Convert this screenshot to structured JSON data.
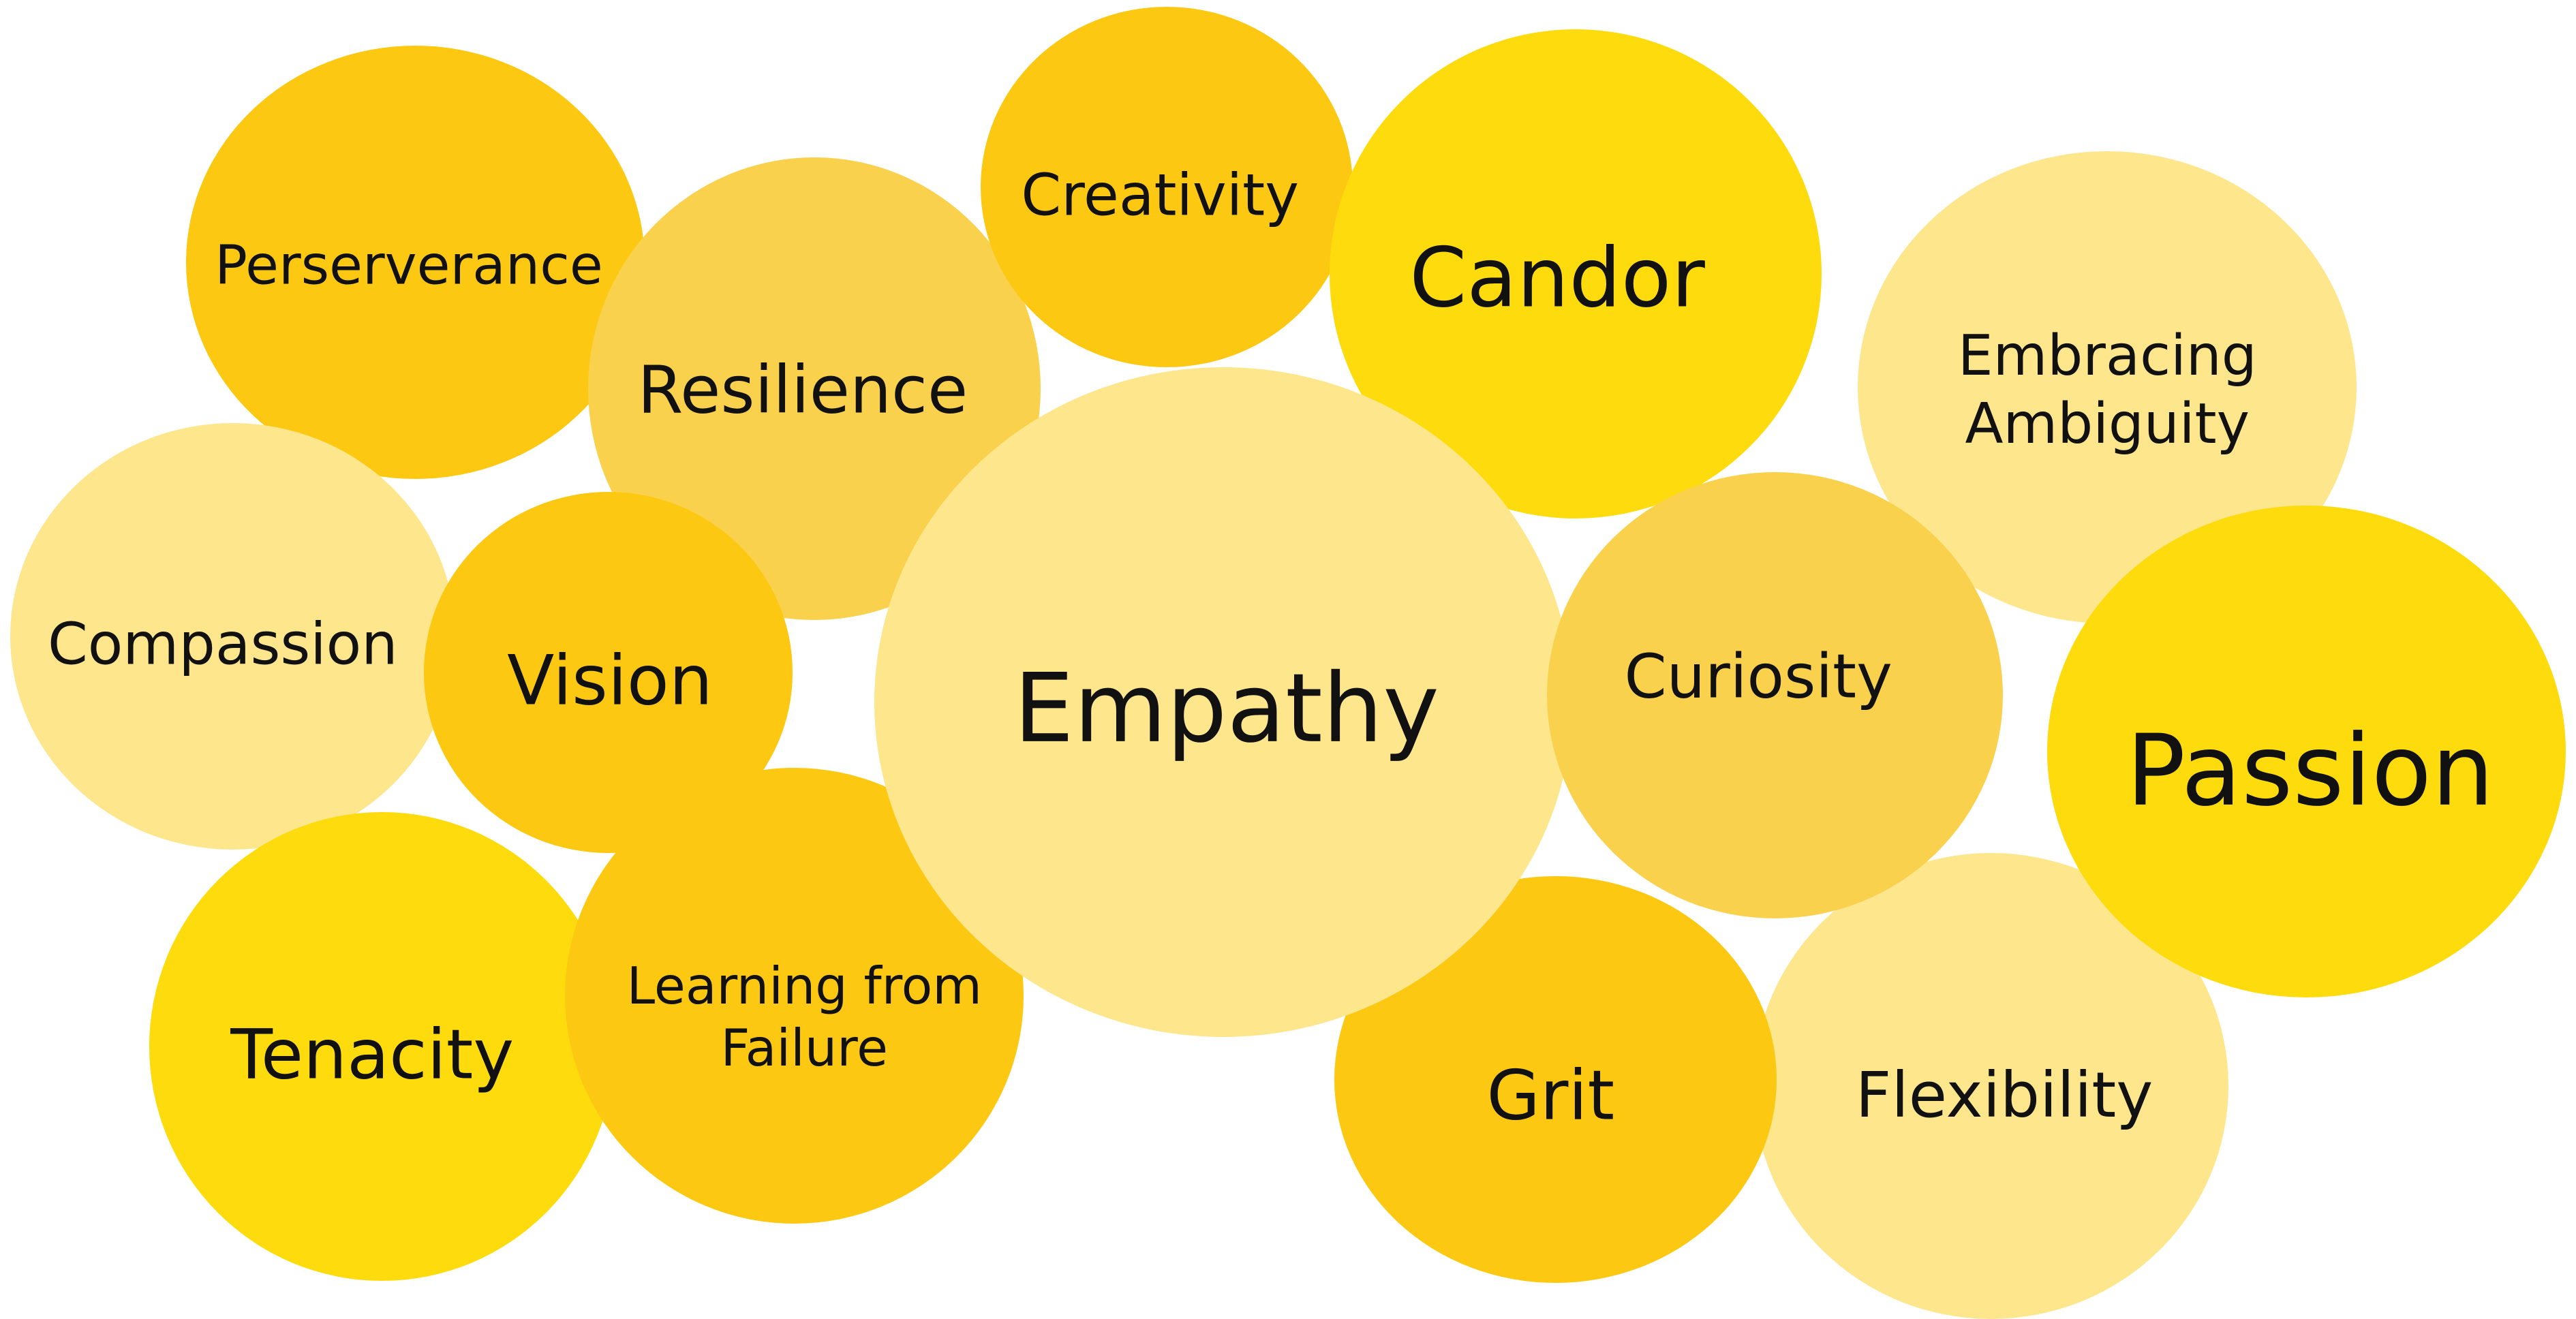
{
  "colors": {
    "pale": "#FDE68C",
    "gold": "#FCC812",
    "mustard": "#F9D14C",
    "bright": "#FDDB0C",
    "text": "#111111"
  },
  "bubbles": [
    {
      "id": "perserverance",
      "lines": [
        "Perserverance"
      ],
      "tone": "gold"
    },
    {
      "id": "compassion",
      "lines": [
        "Compassion"
      ],
      "tone": "pale"
    },
    {
      "id": "tenacity",
      "lines": [
        "Tenacity"
      ],
      "tone": "bright"
    },
    {
      "id": "resilience",
      "lines": [
        "Resilience"
      ],
      "tone": "mustard"
    },
    {
      "id": "learning-from-failure",
      "lines": [
        "Learning from",
        "Failure"
      ],
      "tone": "gold"
    },
    {
      "id": "vision",
      "lines": [
        "Vision"
      ],
      "tone": "gold"
    },
    {
      "id": "creativity",
      "lines": [
        "Creativity"
      ],
      "tone": "gold"
    },
    {
      "id": "candor",
      "lines": [
        "Candor"
      ],
      "tone": "bright"
    },
    {
      "id": "embracing-ambiguity",
      "lines": [
        "Embracing",
        "Ambiguity"
      ],
      "tone": "pale"
    },
    {
      "id": "flexibility",
      "lines": [
        "Flexibility"
      ],
      "tone": "pale"
    },
    {
      "id": "grit",
      "lines": [
        "Grit"
      ],
      "tone": "gold"
    },
    {
      "id": "empathy",
      "lines": [
        "Empathy"
      ],
      "tone": "pale"
    },
    {
      "id": "curiosity",
      "lines": [
        "Curiosity"
      ],
      "tone": "mustard"
    },
    {
      "id": "passion",
      "lines": [
        "Passion"
      ],
      "tone": "bright"
    }
  ]
}
